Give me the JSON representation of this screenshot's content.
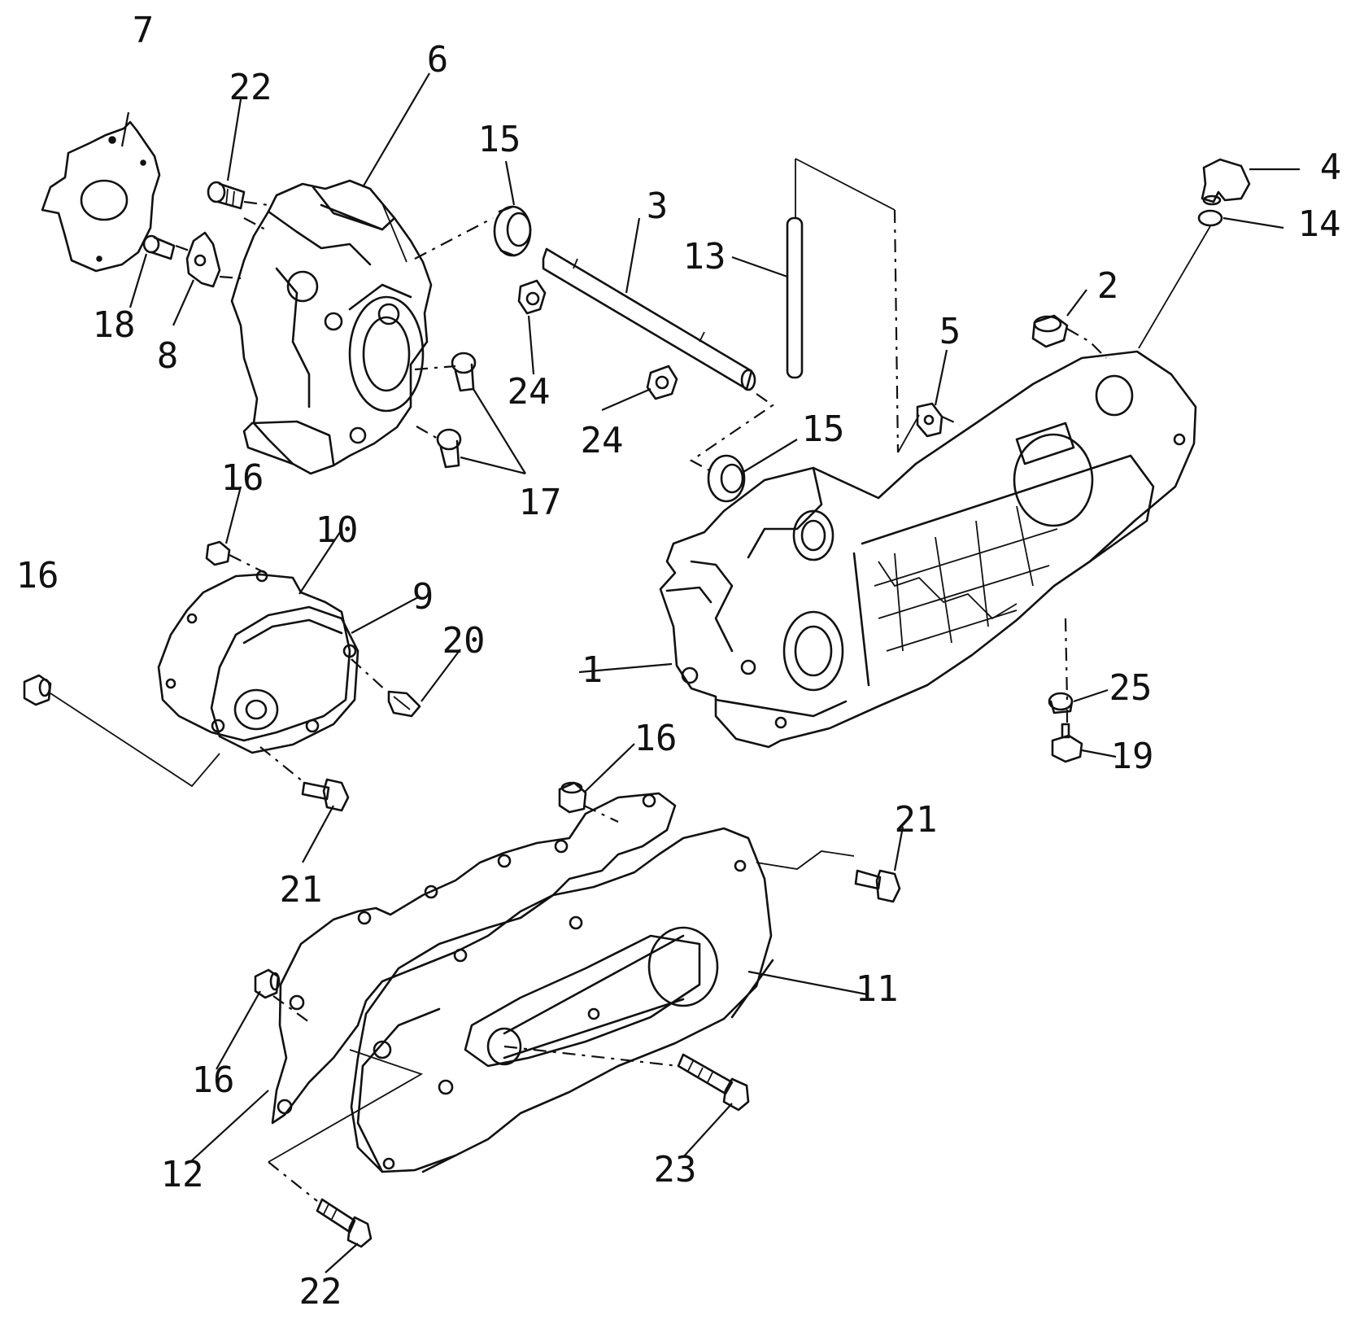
{
  "callouts": [
    {
      "label": "7"
    },
    {
      "label": "6"
    },
    {
      "label": "22"
    },
    {
      "label": "15"
    },
    {
      "label": "3"
    },
    {
      "label": "13"
    },
    {
      "label": "4"
    },
    {
      "label": "14"
    },
    {
      "label": "2"
    },
    {
      "label": "18"
    },
    {
      "label": "8"
    },
    {
      "label": "24"
    },
    {
      "label": "24"
    },
    {
      "label": "5"
    },
    {
      "label": "15"
    },
    {
      "label": "17"
    },
    {
      "label": "16"
    },
    {
      "label": "10"
    },
    {
      "label": "16"
    },
    {
      "label": "9"
    },
    {
      "label": "20"
    },
    {
      "label": "1"
    },
    {
      "label": "25"
    },
    {
      "label": "19"
    },
    {
      "label": "16"
    },
    {
      "label": "21"
    },
    {
      "label": "21"
    },
    {
      "label": "11"
    },
    {
      "label": "16"
    },
    {
      "label": "12"
    },
    {
      "label": "23"
    },
    {
      "label": "22"
    }
  ]
}
